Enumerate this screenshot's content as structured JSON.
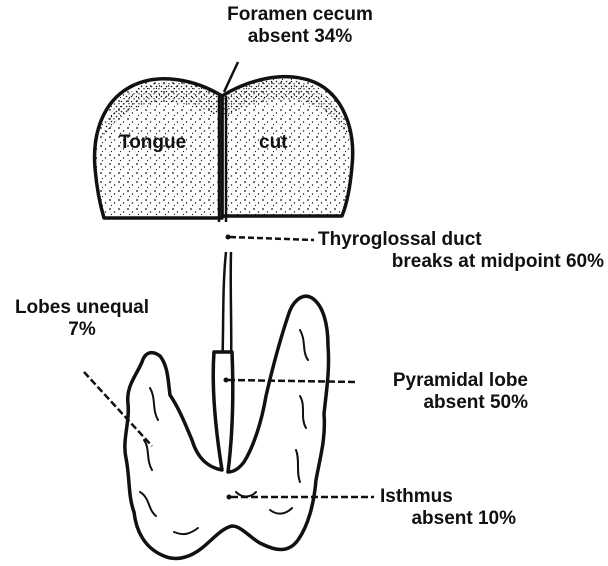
{
  "diagram": {
    "organ_labels": {
      "tongue_left": "Tongue",
      "tongue_right": "cut"
    },
    "annotations": {
      "foramen_cecum": {
        "line1": "Foramen cecum",
        "line2": "absent 34%"
      },
      "thyroglossal_duct": {
        "line1": "Thyroglossal duct",
        "line2": "breaks at midpoint 60%"
      },
      "lobes_unequal": {
        "line1": "Lobes unequal",
        "line2": "7%"
      },
      "pyramidal_lobe": {
        "line1": "Pyramidal lobe",
        "line2": "absent 50%"
      },
      "isthmus": {
        "line1": "Isthmus",
        "line2": "absent 10%"
      }
    },
    "colors": {
      "ink": "#111111",
      "background": "#ffffff"
    }
  }
}
